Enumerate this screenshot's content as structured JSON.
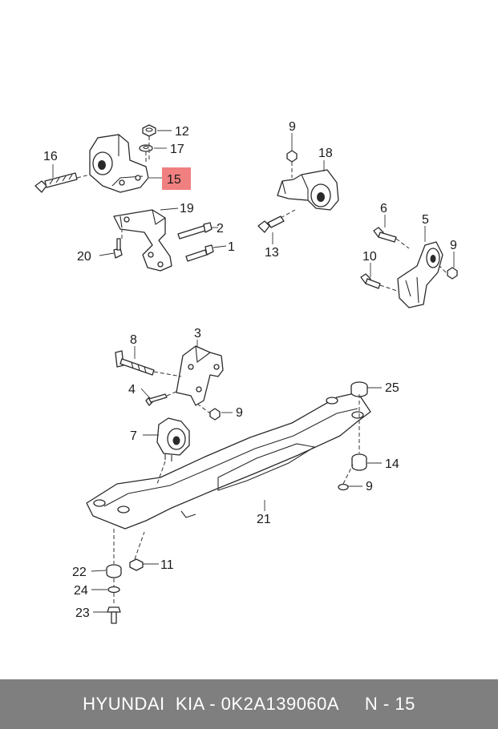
{
  "callouts": {
    "c1": "1",
    "c2": "2",
    "c3": "3",
    "c4": "4",
    "c5": "5",
    "c6": "6",
    "c7": "7",
    "c8": "8",
    "c9a": "9",
    "c9b": "9",
    "c9c": "9",
    "c9d": "9",
    "c10": "10",
    "c11": "11",
    "c12": "12",
    "c13": "13",
    "c14": "14",
    "c15": "15",
    "c16": "16",
    "c17": "17",
    "c18": "18",
    "c19": "19",
    "c20": "20",
    "c21": "21",
    "c22": "22",
    "c23": "23",
    "c24": "24",
    "c25": "25"
  },
  "highlight": {
    "color": "#f08080"
  },
  "footer": {
    "text": "HYUNDAI  KIA - 0K2A139060A     N - 15",
    "background": "#7f7f7f"
  }
}
